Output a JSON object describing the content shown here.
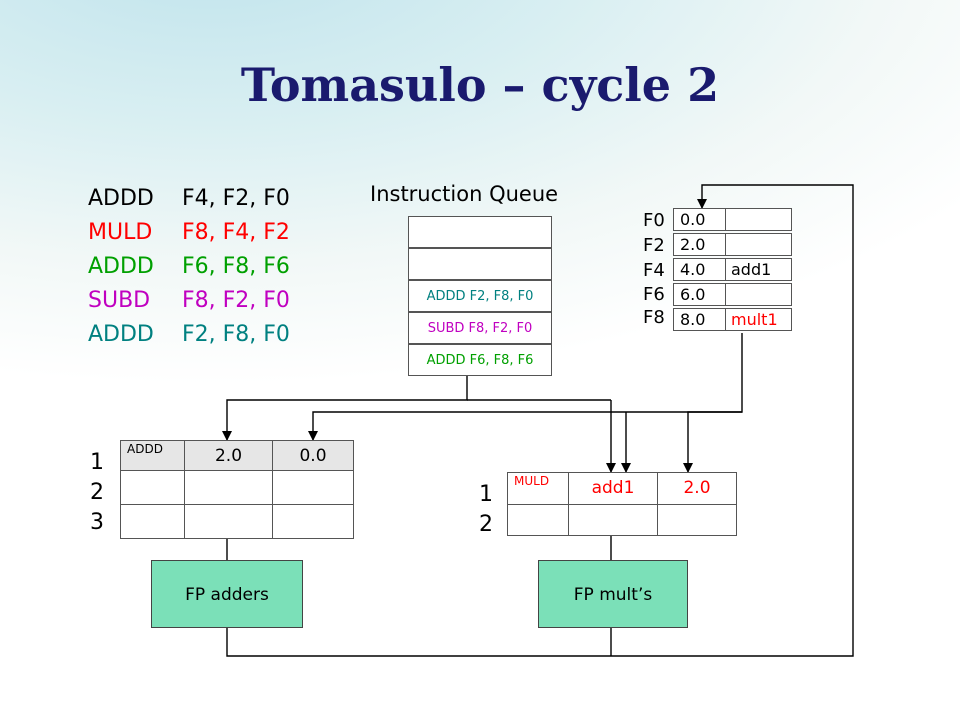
{
  "title": "Tomasulo – cycle 2",
  "program": [
    {
      "op": "ADDD",
      "args": "F4, F2, F0",
      "color": "#000000"
    },
    {
      "op": "MULD",
      "args": "F8, F4, F2",
      "color": "#ff0000"
    },
    {
      "op": "ADDD",
      "args": "F6, F8, F6",
      "color": "#00a000"
    },
    {
      "op": "SUBD",
      "args": "F8, F2, F0",
      "color": "#c000c0"
    },
    {
      "op": "ADDD",
      "args": "F2, F8, F0",
      "color": "#008080"
    }
  ],
  "instruction_queue": {
    "title": "Instruction Queue",
    "entries": [
      {
        "text": "",
        "color": "#000000"
      },
      {
        "text": "",
        "color": "#000000"
      },
      {
        "text": "ADDD F2, F8, F0",
        "color": "#008080"
      },
      {
        "text": "SUBD F8, F2, F0",
        "color": "#c000c0"
      },
      {
        "text": "ADDD F6, F8, F6",
        "color": "#00a000"
      }
    ]
  },
  "registers": [
    {
      "name": "F0",
      "value": "0.0",
      "tag": "",
      "tag_color": "#000000"
    },
    {
      "name": "F2",
      "value": "2.0",
      "tag": "",
      "tag_color": "#000000"
    },
    {
      "name": "F4",
      "value": "4.0",
      "tag": "add1",
      "tag_color": "#000000"
    },
    {
      "name": "F6",
      "value": "6.0",
      "tag": "",
      "tag_color": "#000000"
    },
    {
      "name": "F8",
      "value": "8.0",
      "tag": "mult1",
      "tag_color": "#ff0000"
    }
  ],
  "adder_rs": {
    "numbers": [
      "1",
      "2",
      "3"
    ],
    "rows": [
      {
        "op": "ADDD",
        "v1": "2.0",
        "v2": "0.0",
        "color": "#000000"
      },
      {
        "op": "",
        "v1": "",
        "v2": "",
        "color": "#000000"
      },
      {
        "op": "",
        "v1": "",
        "v2": "",
        "color": "#000000"
      }
    ]
  },
  "mult_rs": {
    "numbers": [
      "1",
      "2"
    ],
    "rows": [
      {
        "op": "MULD",
        "v1": "add1",
        "v2": "2.0",
        "color": "#ff0000"
      },
      {
        "op": "",
        "v1": "",
        "v2": "",
        "color": "#000000"
      }
    ]
  },
  "units": {
    "adders": "FP adders",
    "mults": "FP mult’s",
    "color": "#7be0b8"
  }
}
